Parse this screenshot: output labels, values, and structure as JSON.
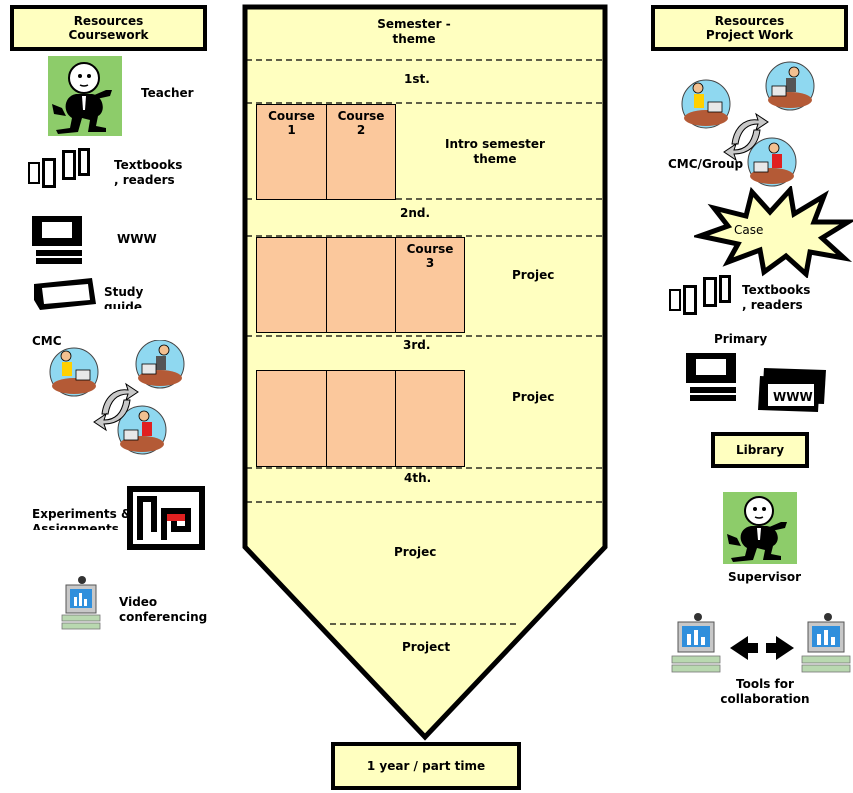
{
  "left_column": {
    "header": [
      "Resources",
      "Coursework"
    ],
    "teacher_label": "Teacher",
    "textbooks_label": [
      "Textbooks",
      ", readers"
    ],
    "www_label": "WWW",
    "study_guide_label": [
      "Study",
      "guide"
    ],
    "cmc_label": "CMC",
    "experiments_label": [
      "Experiments &",
      "Assignments"
    ],
    "video_label": [
      "Video",
      "conferencing"
    ]
  },
  "center_column": {
    "semester_theme": [
      "Semester -",
      "theme"
    ],
    "period_1": "1st.",
    "course_1": [
      "Course",
      "1"
    ],
    "course_2": [
      "Course",
      "2"
    ],
    "intro_theme": [
      "Intro semester",
      "theme"
    ],
    "period_2": "2nd.",
    "course_3": [
      "Course",
      "3"
    ],
    "project_1": "Projec",
    "period_3": "3rd.",
    "project_2": "Projec",
    "period_4": "4th.",
    "project_3": "Projec",
    "project_4": "Project",
    "footer": "1 year / part time"
  },
  "right_column": {
    "header": [
      "Resources",
      "Project Work"
    ],
    "cmc_group_label": "CMC/Group",
    "case_label": "Case",
    "textbooks_label": [
      "Textbooks",
      ", readers"
    ],
    "primary_label": "Primary",
    "www_label": "WWW",
    "library_label": "Library",
    "supervisor_label": "Supervisor",
    "tools_label": [
      "Tools for",
      "collaboration"
    ]
  }
}
